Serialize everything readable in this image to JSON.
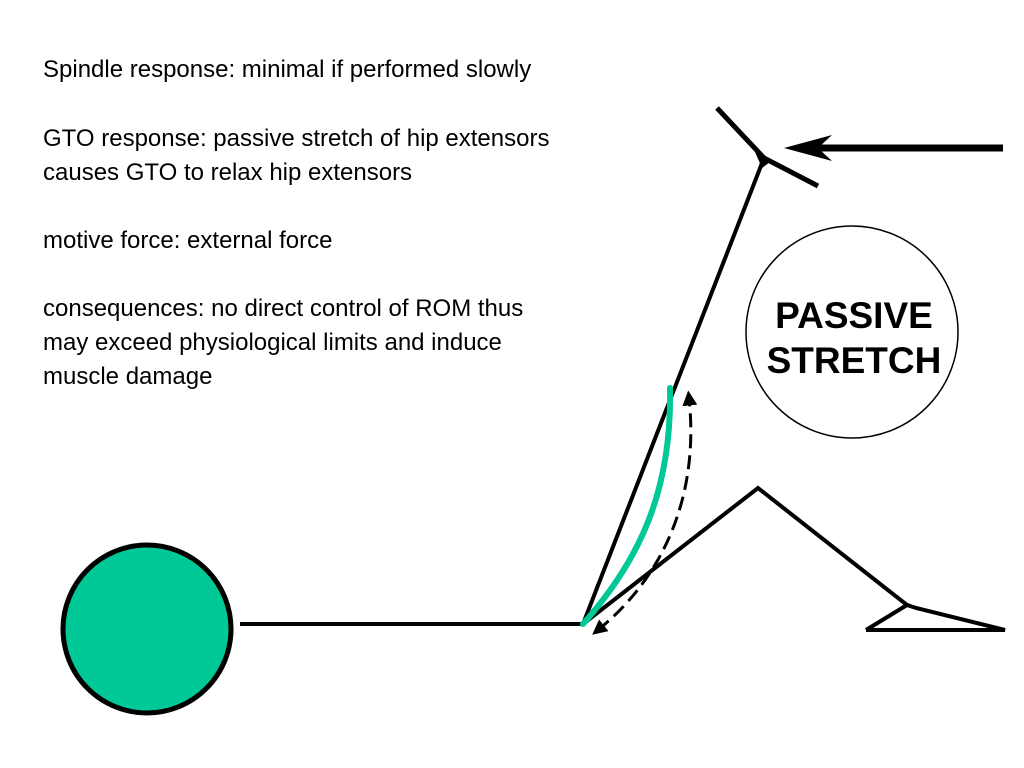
{
  "notes": [
    {
      "lines": [
        "Spindle response: minimal if performed slowly"
      ]
    },
    {
      "lines": [
        "GTO response: passive stretch of hip extensors",
        "causes GTO to relax hip extensors"
      ]
    },
    {
      "lines": [
        "motive force: external force"
      ]
    },
    {
      "lines": [
        "consequences: no direct control of ROM thus",
        "may exceed physiological limits and induce",
        "muscle damage"
      ]
    }
  ],
  "badge": {
    "line1": "PASSIVE",
    "line2": "STRETCH"
  },
  "colors": {
    "muscle": "#00c896",
    "head": "#00c896",
    "ink": "#000000",
    "background": "#ffffff"
  }
}
